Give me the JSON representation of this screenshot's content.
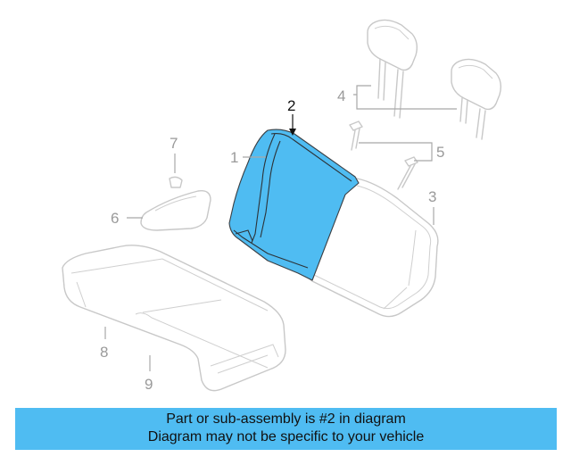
{
  "diagram": {
    "highlight_color": "#4fbcf2",
    "callouts": [
      {
        "id": "1",
        "text": "1"
      },
      {
        "id": "2",
        "text": "2"
      },
      {
        "id": "3",
        "text": "3"
      },
      {
        "id": "4",
        "text": "4"
      },
      {
        "id": "5",
        "text": "5"
      },
      {
        "id": "6",
        "text": "6"
      },
      {
        "id": "7",
        "text": "7"
      },
      {
        "id": "8",
        "text": "8"
      },
      {
        "id": "9",
        "text": "9"
      }
    ],
    "highlighted_part": "2"
  },
  "banner": {
    "line1": "Part or sub-assembly is #2 in diagram",
    "line2": "Diagram may not be specific to your vehicle",
    "background": "#4fbcf2"
  }
}
